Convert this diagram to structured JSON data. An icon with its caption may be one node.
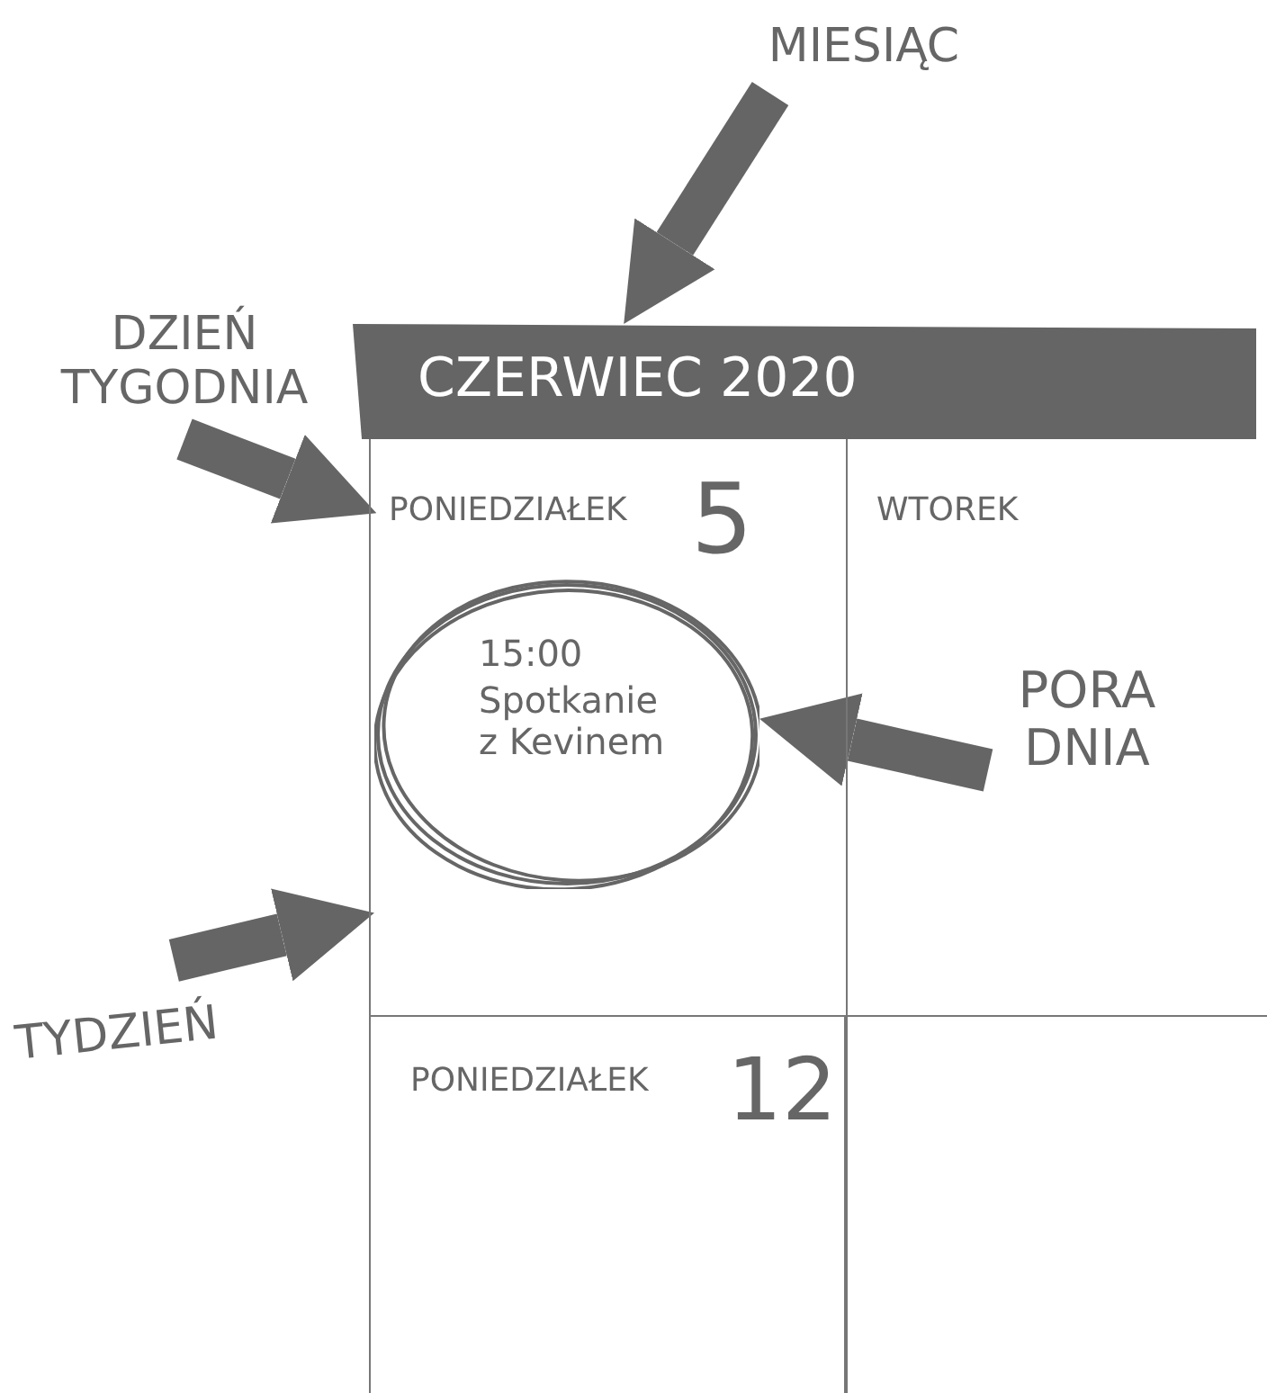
{
  "diagram": {
    "nodes": [
      {
        "text": [
          "MIESIĄC"
        ]
      },
      {
        "text": [
          "DZIEŃ TYGODNIA"
        ]
      },
      {
        "text": [
          "CZERWIEC 2020"
        ]
      },
      {
        "text": [],
        "shape": "box"
      },
      {
        "text": [
          "PONIEDZIAŁEK",
          "5"
        ],
        "in": 3
      },
      {
        "text": [
          "15:00",
          "Spotkanie z Kevinem"
        ],
        "in": 4
      },
      {
        "text": [
          "WTOREK"
        ],
        "in": 3
      },
      {
        "text": [
          "PORA DNIA"
        ],
        "in": 6
      },
      {
        "text": [
          "TYDZIEŃ"
        ]
      },
      {
        "text": [
          "PONIEDZIAŁEK",
          "12"
        ]
      },
      {
        "text": [],
        "shape": "box"
      }
    ],
    "edges": [
      {
        "from": 0,
        "to": 2,
        "arrow": "to"
      },
      {
        "from": 1,
        "to": 4,
        "arrow": "to"
      },
      {
        "from": 7,
        "to": 5,
        "arrow": "to"
      },
      {
        "from": 8,
        "to": 3,
        "arrow": "to"
      }
    ]
  }
}
